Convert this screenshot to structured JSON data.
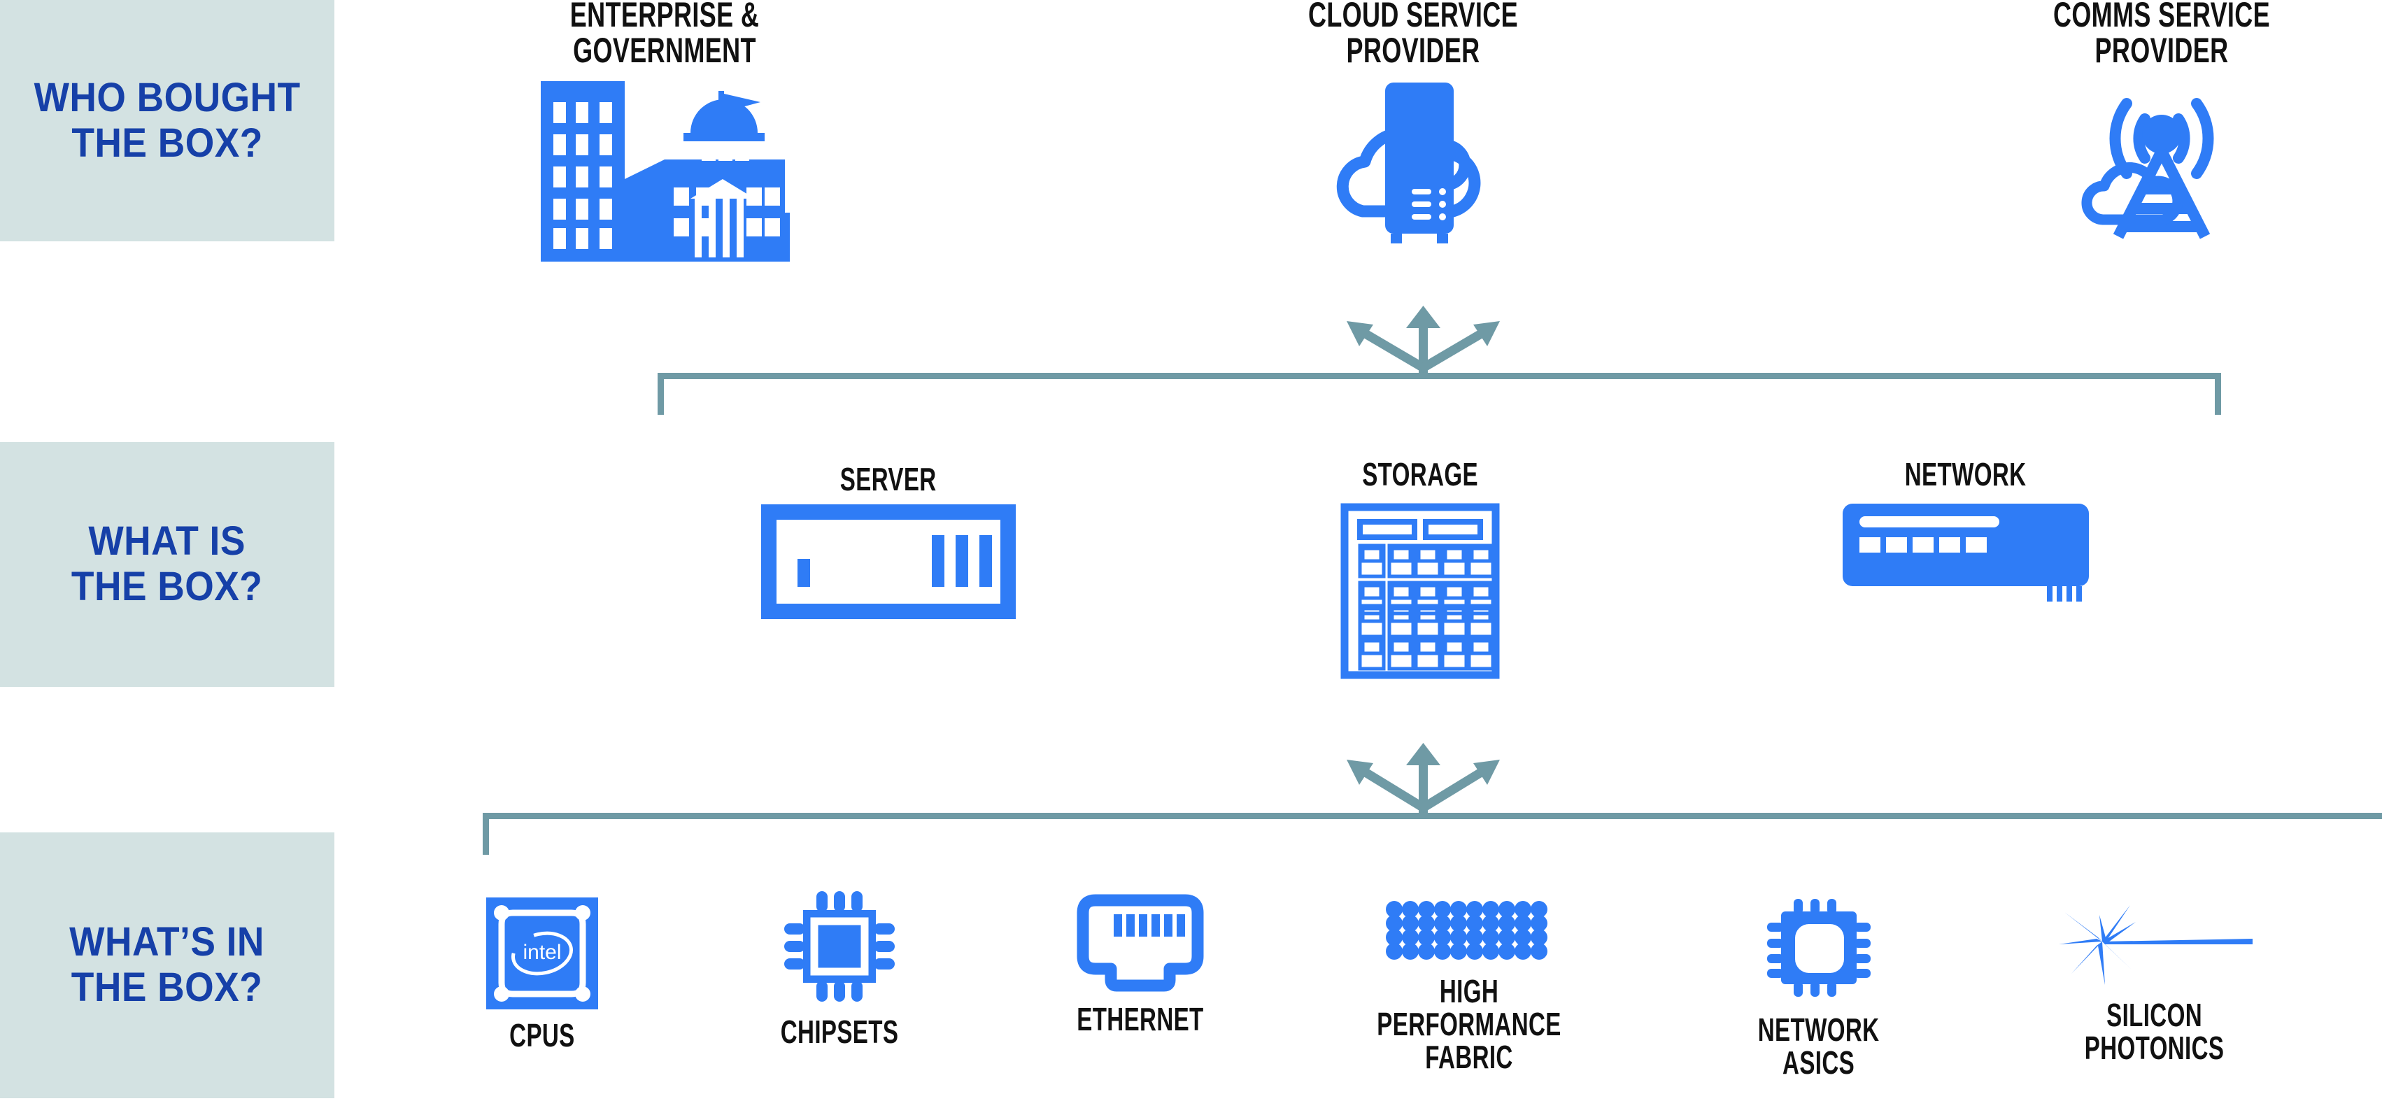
{
  "colors": {
    "blue_icon": "#2f7cf6",
    "label_text": "#1640a8",
    "label_bg": "#d3e2e2",
    "connector": "#6f9aa5",
    "caption": "#111111",
    "page_bg": "#ffffff"
  },
  "row_labels": [
    {
      "id": "who-bought-the-box",
      "text": "WHO BOUGHT\nTHE BOX?"
    },
    {
      "id": "what-is-the-box",
      "text": "WHAT IS\nTHE BOX?"
    },
    {
      "id": "whats-in-the-box",
      "text": "WHAT’S IN\nTHE BOX?"
    }
  ],
  "rows": {
    "buyers": {
      "items": [
        {
          "label": "ENTERPRISE & GOVERNMENT",
          "icon": "office-capitol-building-icon"
        },
        {
          "label": "CLOUD SERVICE PROVIDER",
          "icon": "cloud-server-icon"
        },
        {
          "label": "COMMS  SERVICE PROVIDER",
          "icon": "cell-tower-cloud-icon"
        }
      ]
    },
    "boxes": {
      "items": [
        {
          "label": "SERVER",
          "icon": "rack-server-icon"
        },
        {
          "label": "STORAGE",
          "icon": "storage-array-icon"
        },
        {
          "label": "NETWORK",
          "icon": "network-switch-icon"
        }
      ]
    },
    "components": {
      "items": [
        {
          "label": "CPUS",
          "icon": "intel-cpu-icon"
        },
        {
          "label": "CHIPSETS",
          "icon": "chipset-icon"
        },
        {
          "label": "ETHERNET",
          "icon": "ethernet-jack-icon"
        },
        {
          "label": "HIGH PERFORMANCE\nFABRIC",
          "icon": "fabric-mesh-dots-icon"
        },
        {
          "label": "NETWORK\nASICS",
          "icon": "network-asic-chip-icon"
        },
        {
          "label": "SILICON\nPHOTONICS",
          "icon": "laser-starburst-icon"
        }
      ]
    }
  },
  "connectors": [
    {
      "id": "buyers-to-boxes",
      "icon": "three-way-arrow-splitter-icon"
    },
    {
      "id": "boxes-to-components",
      "icon": "three-way-arrow-splitter-icon"
    }
  ],
  "intel_logo": {
    "wordmark": "intel"
  }
}
